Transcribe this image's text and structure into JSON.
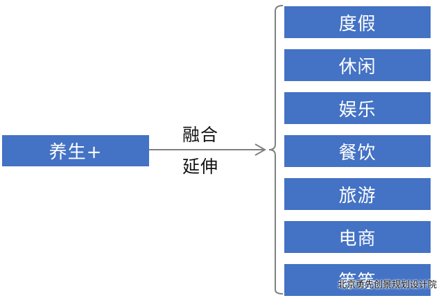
{
  "source": {
    "label": "养生+"
  },
  "connector": {
    "label_top": "融合",
    "label_bottom": "延伸"
  },
  "targets": [
    "度假",
    "休闲",
    "娱乐",
    "餐饮",
    "旅游",
    "电商",
    "等等"
  ],
  "watermark": "北京勇先创景规划设计院",
  "colors": {
    "box_fill": "#4472c4",
    "box_text": "#ffffff",
    "line": "#7f7f7f"
  }
}
